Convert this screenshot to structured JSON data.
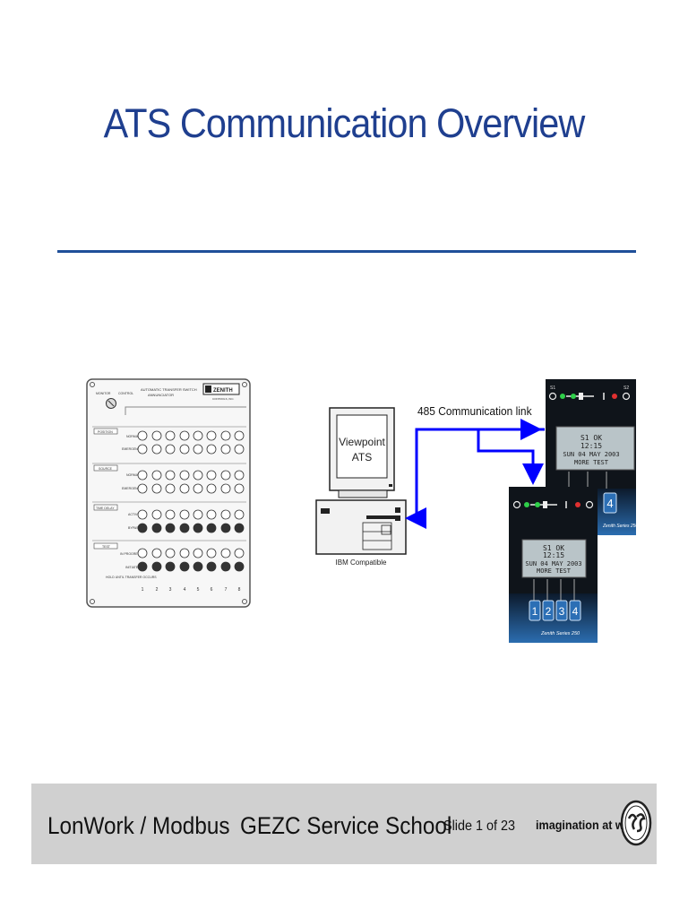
{
  "slide": {
    "title": "ATS Communication Overview"
  },
  "annunciator": {
    "header_monitor": "MONITOR",
    "header_control": "CONTROL",
    "header_title_1": "AUTOMATIC TRANSFER SWITCH",
    "header_title_2": "ANNUNCIATOR",
    "brand": "ZENITH",
    "brand_sub": "CONTROLS, INC.",
    "sections": [
      {
        "name": "POSITION",
        "rows": [
          "NORMAL",
          "EMERGENCY"
        ]
      },
      {
        "name": "SOURCE",
        "rows": [
          "NORMAL",
          "EMERGENCY"
        ]
      },
      {
        "name": "TIME DELAY",
        "rows": [
          "ACTIVE",
          "BYPASS"
        ]
      },
      {
        "name": "TEST",
        "rows": [
          "IN PROGRESS",
          "INITIATE"
        ]
      }
    ],
    "footer_note": "HOLD UNTIL TRANSFER OCCURS",
    "columns": [
      "1",
      "2",
      "3",
      "4",
      "5",
      "6",
      "7",
      "8"
    ]
  },
  "computer": {
    "screen_line_1": "Viewpoint",
    "screen_line_2": "ATS",
    "caption": "IBM Compatible"
  },
  "link": {
    "label": "485 Communication link",
    "color": "#0000ff"
  },
  "controller": {
    "lcd_lines": [
      "S1 OK",
      "12:15",
      "SUN 04 MAY 2003",
      "MORE      TEST"
    ],
    "buttons": [
      "1",
      "2",
      "3",
      "4"
    ],
    "indicator_s1": "S1",
    "indicator_s2": "S2",
    "model": "Zenith Series 250"
  },
  "footer": {
    "left": "LonWork / Modbus",
    "center": "GEZC Service School",
    "slide_number": "Slide 1 of 23",
    "tagline": "imagination at work"
  },
  "colors": {
    "title": "#1f3f8f",
    "rule": "#1f4f99",
    "footer_bg": "#d0d0d0",
    "controller_body": "#101418",
    "controller_blue": "#1d5fa3"
  }
}
